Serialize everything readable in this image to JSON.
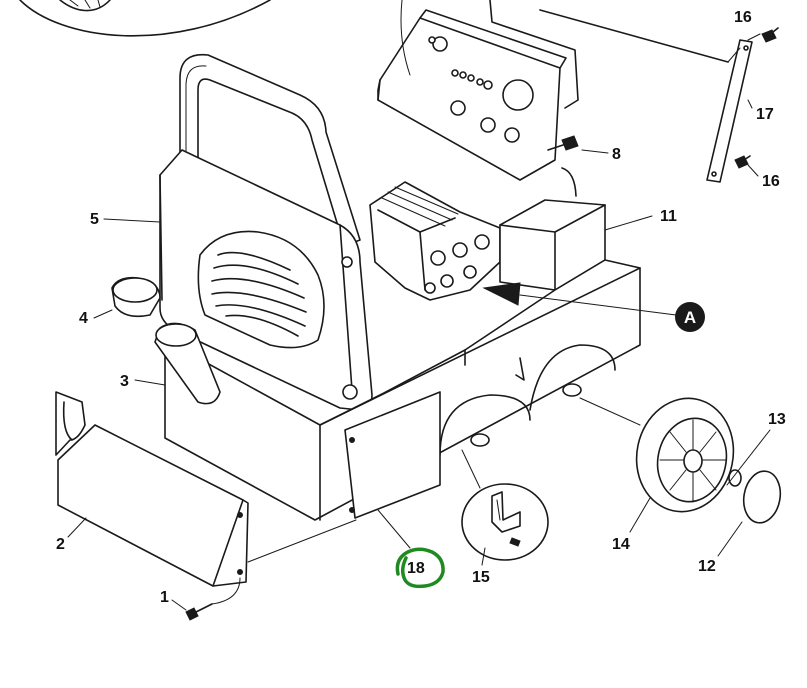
{
  "labels": {
    "p1": "1",
    "p2": "2",
    "p3": "3",
    "p4": "4",
    "p5": "5",
    "p8": "8",
    "p11": "11",
    "p12": "12",
    "p13": "13",
    "p14": "14",
    "p15": "15",
    "p16_top": "16",
    "p16_bottom": "16",
    "p17": "17",
    "p18": "18",
    "callout_a": "A"
  },
  "colors": {
    "ink": "#1a1a1a",
    "highlight": "#1f8a1f",
    "background": "#ffffff"
  },
  "highlighted_part": "18"
}
